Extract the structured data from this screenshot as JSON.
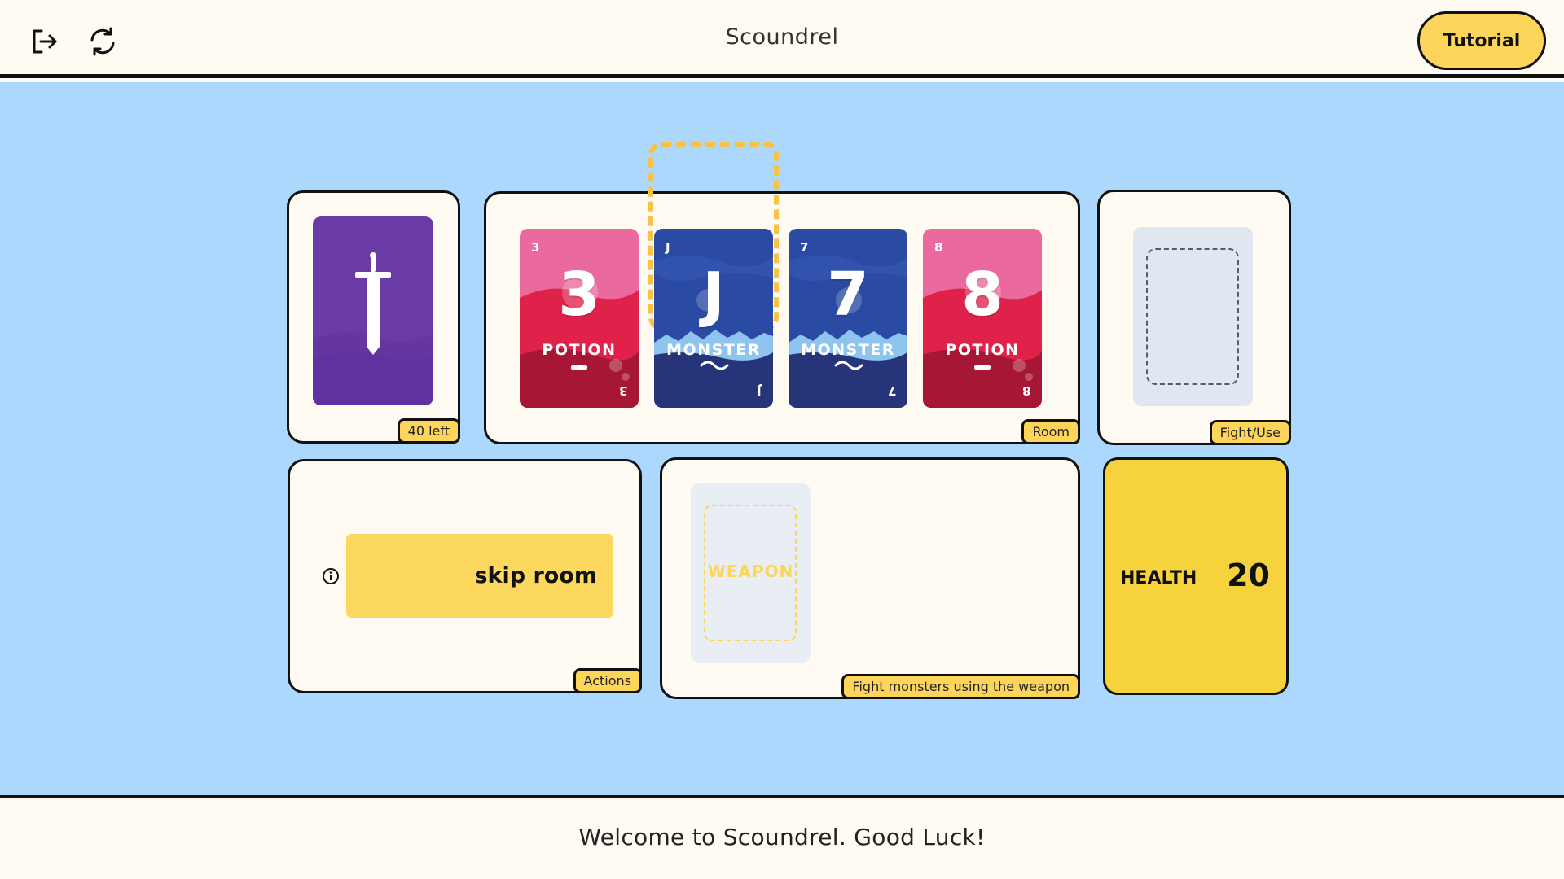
{
  "header": {
    "title": "Scoundrel",
    "tutorial_label": "Tutorial",
    "icons": [
      "exit-icon",
      "restart-icon"
    ]
  },
  "deck": {
    "count_label": "40 left",
    "icon": "sword-icon",
    "color": "#6a3aa6"
  },
  "room": {
    "label": "Room",
    "cards": [
      {
        "rank": "3",
        "type": "POTION",
        "suit_color": "#e0224a",
        "selected": false
      },
      {
        "rank": "J",
        "type": "MONSTER",
        "suit_color": "#2b4aa3",
        "selected": true
      },
      {
        "rank": "7",
        "type": "MONSTER",
        "suit_color": "#2b4aa3",
        "selected": false
      },
      {
        "rank": "8",
        "type": "POTION",
        "suit_color": "#e0224a",
        "selected": false
      }
    ]
  },
  "fight": {
    "label": "Fight/Use"
  },
  "actions": {
    "label": "Actions",
    "skip_label": "skip room",
    "info_icon": "info-icon"
  },
  "weapon": {
    "slot_label": "WEAPON",
    "panel_label": "Fight monsters using the weapon"
  },
  "health": {
    "label": "HEALTH",
    "value": "20",
    "color": "#f6d33d"
  },
  "status": {
    "message": "Welcome to Scoundrel. Good Luck!"
  },
  "colors": {
    "board": "#acd8fd",
    "accent": "#fdd55a",
    "panel": "#fffaf2"
  }
}
